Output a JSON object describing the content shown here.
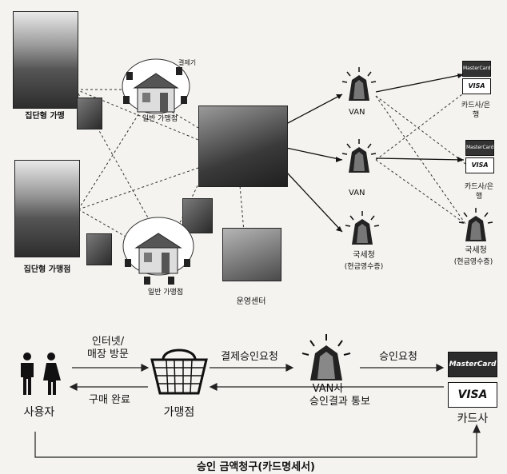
{
  "top": {
    "cluster_store_1": "집단형 가맹",
    "cluster_store_2": "집단형 가맹점",
    "general_store_1": "일반 가맹점",
    "general_store_2": "일반 가맹점",
    "terminal": "결제기",
    "ops_center": "운영센터",
    "van_1": "VAN",
    "van_2": "VAN",
    "tax_office": "국세청",
    "tax_office_sub": "(현금영수증)",
    "tax_office_right": "국세청",
    "tax_office_right_sub": "(현금영수증)",
    "card_co_1": "카드사/은\n행",
    "card_co_2": "카드사/은\n행",
    "mastercard": "MasterCard",
    "visa": "VISA"
  },
  "flow": {
    "user": "사용자",
    "store": "가맹점",
    "van": "VAN사",
    "card_company": "카드사",
    "arrow_visit": "인터넷/\n매장 방문",
    "arrow_purchase_done": "구매 완료",
    "arrow_payment_request": "결제승인요청",
    "arrow_approval_result": "승인결과 통보",
    "arrow_approval_request": "승인요청",
    "bottom_claim": "승인 금액청구(카드명세서)",
    "mastercard": "MasterCard",
    "visa": "VISA"
  }
}
